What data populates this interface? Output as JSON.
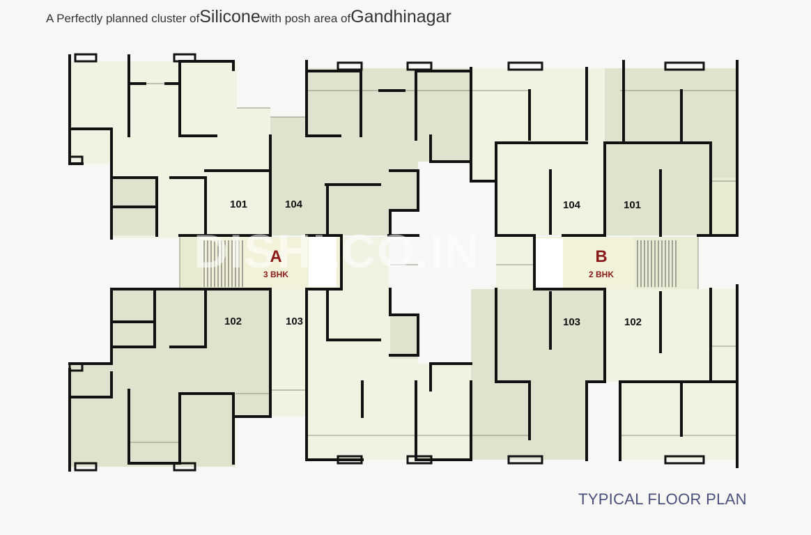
{
  "header": {
    "t1": "A Perfectly planned cluster of ",
    "brand": "Silicone",
    "t2": " with posh area of ",
    "place": "Gandhinagar"
  },
  "wings": {
    "a": {
      "letter": "A",
      "type": "3 BHK"
    },
    "b": {
      "letter": "B",
      "type": "2 BHK"
    }
  },
  "units": {
    "a101": "101",
    "a104": "104",
    "a102": "102",
    "a103": "103",
    "b104": "104",
    "b101": "101",
    "b103": "103",
    "b102": "102"
  },
  "watermark": "DISHI.CO.IN",
  "caption": "TYPICAL FLOOR PLAN",
  "colors": {
    "light": "#eef3e2",
    "dark": "#dde3cd",
    "core": "#f1f2d9",
    "wall": "#111111",
    "wing_label": "#8b1a1a",
    "caption": "#4a4f7c"
  }
}
